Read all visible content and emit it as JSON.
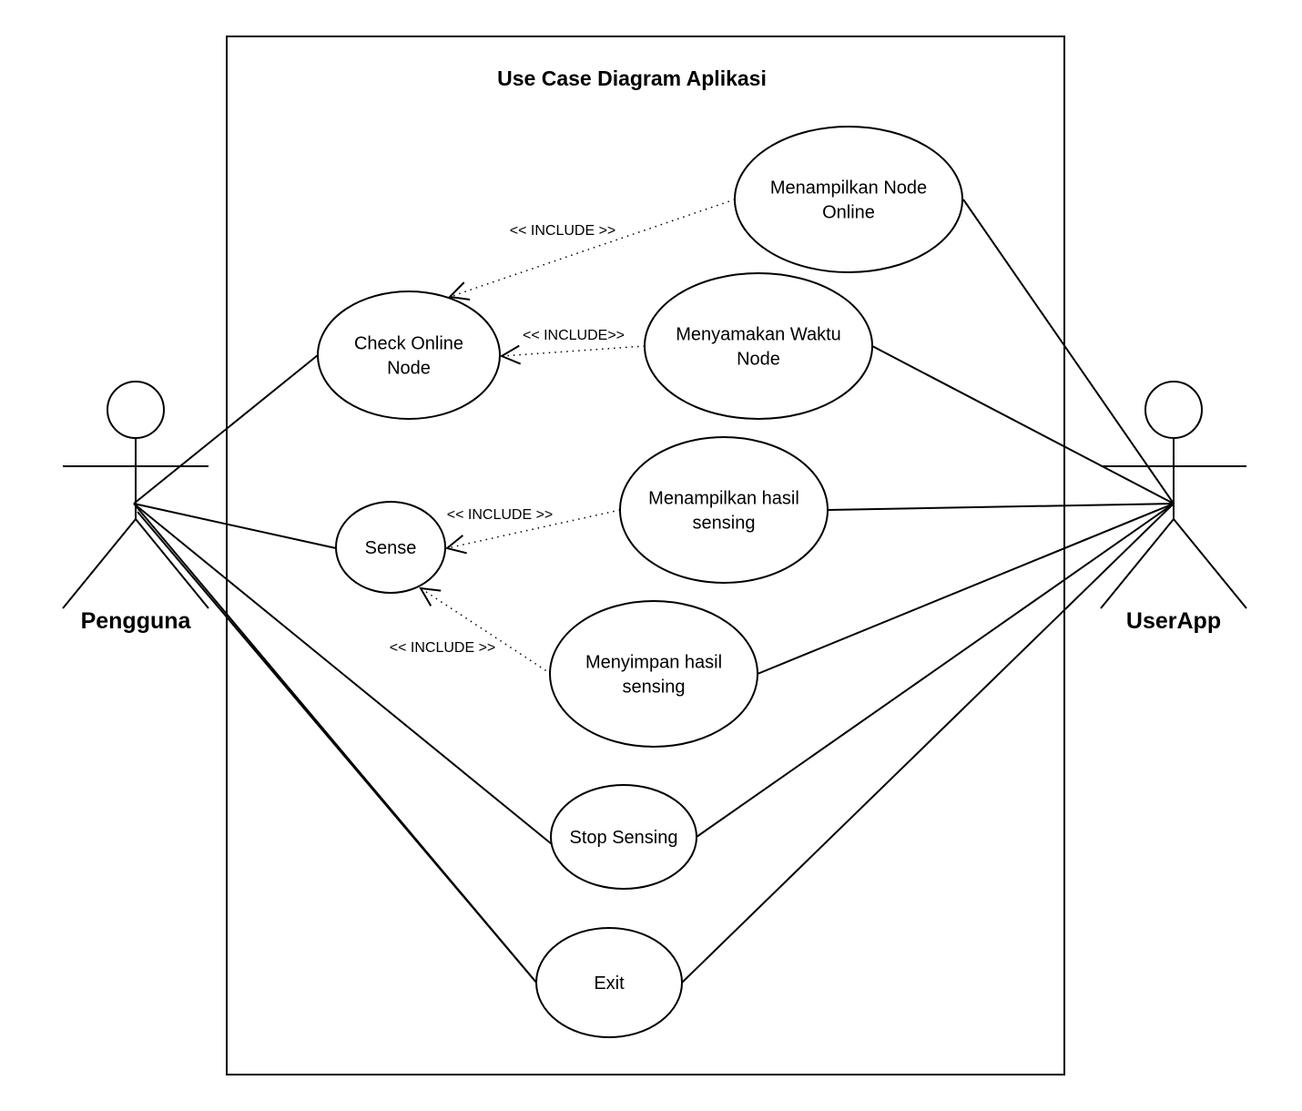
{
  "diagram": {
    "title": "Use Case Diagram Aplikasi",
    "actors": [
      {
        "id": "pengguna",
        "label": "Pengguna"
      },
      {
        "id": "userapp",
        "label": "UserApp"
      }
    ],
    "use_cases": [
      {
        "id": "menampilkan-node-online",
        "lines": [
          "Menampilkan Node",
          "Online"
        ]
      },
      {
        "id": "check-online-node",
        "lines": [
          "Check Online",
          "Node"
        ]
      },
      {
        "id": "menyamakan-waktu-node",
        "lines": [
          "Menyamakan Waktu",
          "Node"
        ]
      },
      {
        "id": "menampilkan-hasil-sensing",
        "lines": [
          "Menampilkan hasil",
          "sensing"
        ]
      },
      {
        "id": "sense",
        "lines": [
          "Sense"
        ]
      },
      {
        "id": "menyimpan-hasil-sensing",
        "lines": [
          "Menyimpan hasil",
          "sensing"
        ]
      },
      {
        "id": "stop-sensing",
        "lines": [
          "Stop Sensing"
        ]
      },
      {
        "id": "exit",
        "lines": [
          "Exit"
        ]
      }
    ],
    "includes": [
      {
        "from": "menampilkan-node-online",
        "to": "check-online-node",
        "label": "<< INCLUDE >>"
      },
      {
        "from": "menyamakan-waktu-node",
        "to": "check-online-node",
        "label": "<< INCLUDE>>"
      },
      {
        "from": "menampilkan-hasil-sensing",
        "to": "sense",
        "label": "<< INCLUDE >>"
      },
      {
        "from": "menyimpan-hasil-sensing",
        "to": "sense",
        "label": "<< INCLUDE >>"
      }
    ],
    "associations": [
      {
        "actor": "pengguna",
        "use_case": "check-online-node"
      },
      {
        "actor": "pengguna",
        "use_case": "sense"
      },
      {
        "actor": "pengguna",
        "use_case": "stop-sensing"
      },
      {
        "actor": "pengguna",
        "use_case": "exit"
      },
      {
        "actor": "userapp",
        "use_case": "menampilkan-node-online"
      },
      {
        "actor": "userapp",
        "use_case": "menyamakan-waktu-node"
      },
      {
        "actor": "userapp",
        "use_case": "menampilkan-hasil-sensing"
      },
      {
        "actor": "userapp",
        "use_case": "menyimpan-hasil-sensing"
      },
      {
        "actor": "userapp",
        "use_case": "stop-sensing"
      },
      {
        "actor": "userapp",
        "use_case": "exit"
      }
    ]
  }
}
